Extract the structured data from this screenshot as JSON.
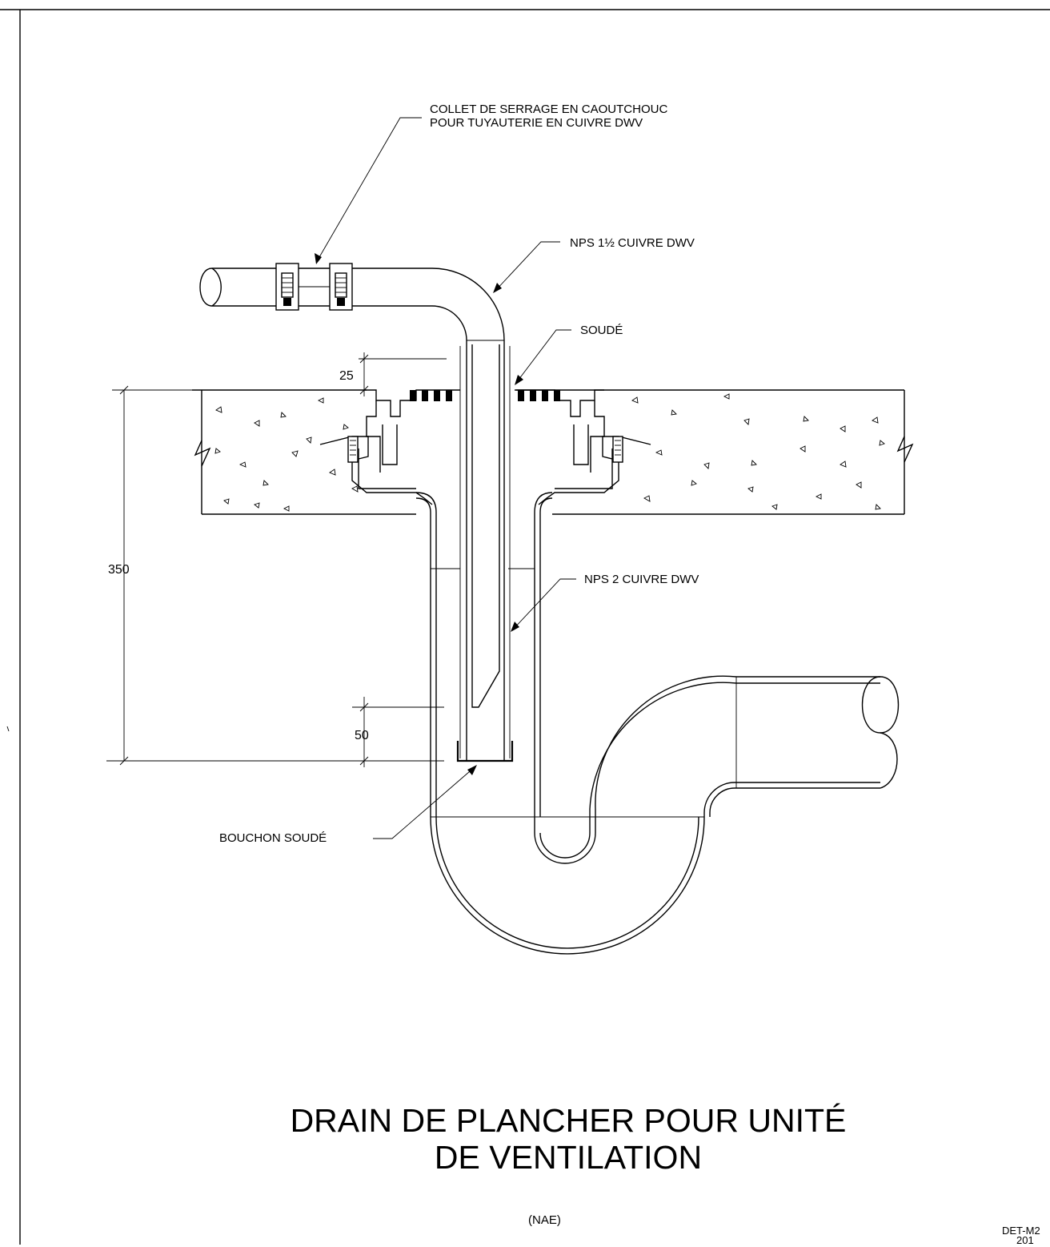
{
  "callouts": {
    "collet_line1": "COLLET DE SERRAGE EN CAOUTCHOUC",
    "collet_line2": "POUR TUYAUTERIE EN CUIVRE DWV",
    "nps_1_5": "NPS 1½ CUIVRE DWV",
    "soude": "SOUDÉ",
    "nps_2": "NPS 2 CUIVRE DWV",
    "bouchon": "BOUCHON SOUDÉ"
  },
  "dimensions": {
    "d25": "25",
    "d350": "350",
    "d50": "50"
  },
  "title": {
    "line1": "DRAIN DE PLANCHER POUR UNITÉ",
    "line2": "DE VENTILATION",
    "reference": "(NAE)"
  },
  "drawing_number": {
    "line1": "DET-M2",
    "line2": "201"
  }
}
